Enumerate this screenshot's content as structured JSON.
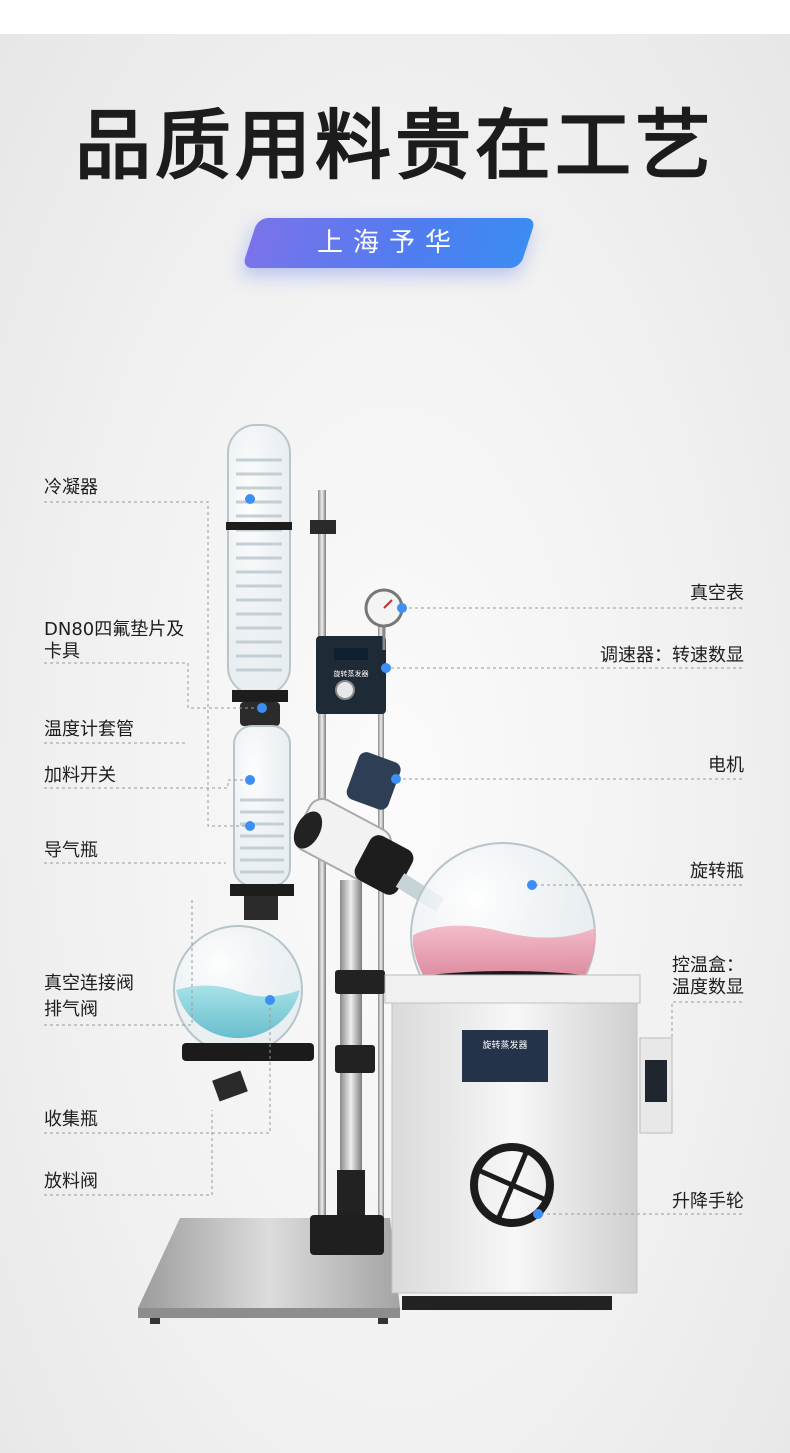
{
  "headline": "品质用料贵在工艺",
  "brand": "上海予华",
  "left_labels": {
    "condenser": "冷凝器",
    "clamp_line1": "DN80四氟垫片及",
    "clamp_line2": "卡具",
    "thermo_sleeve": "温度计套管",
    "feed_switch": "加料开关",
    "guide_flask": "导气瓶",
    "vacuum_valve": "真空连接阀",
    "vent_valve": "排气阀",
    "collection_flask": "收集瓶",
    "discharge_valve": "放料阀"
  },
  "right_labels": {
    "vacuum_gauge": "真空表",
    "speed_controller": "调速器：转速数显",
    "motor": "电机",
    "rotary_flask": "旋转瓶",
    "temp_box_line1": "控温盒：",
    "temp_box_line2": "温度数显",
    "lift_wheel": "升降手轮"
  },
  "device_plates": {
    "bath_plate": "旋转蒸发器",
    "control_plate": "旋转蒸发器"
  },
  "colors": {
    "accent": "#4b8df8",
    "badge_start": "#7a73ea",
    "badge_end": "#3c8cf2",
    "leader_line": "#9a9a9a",
    "marker": "#3d8ff5"
  }
}
